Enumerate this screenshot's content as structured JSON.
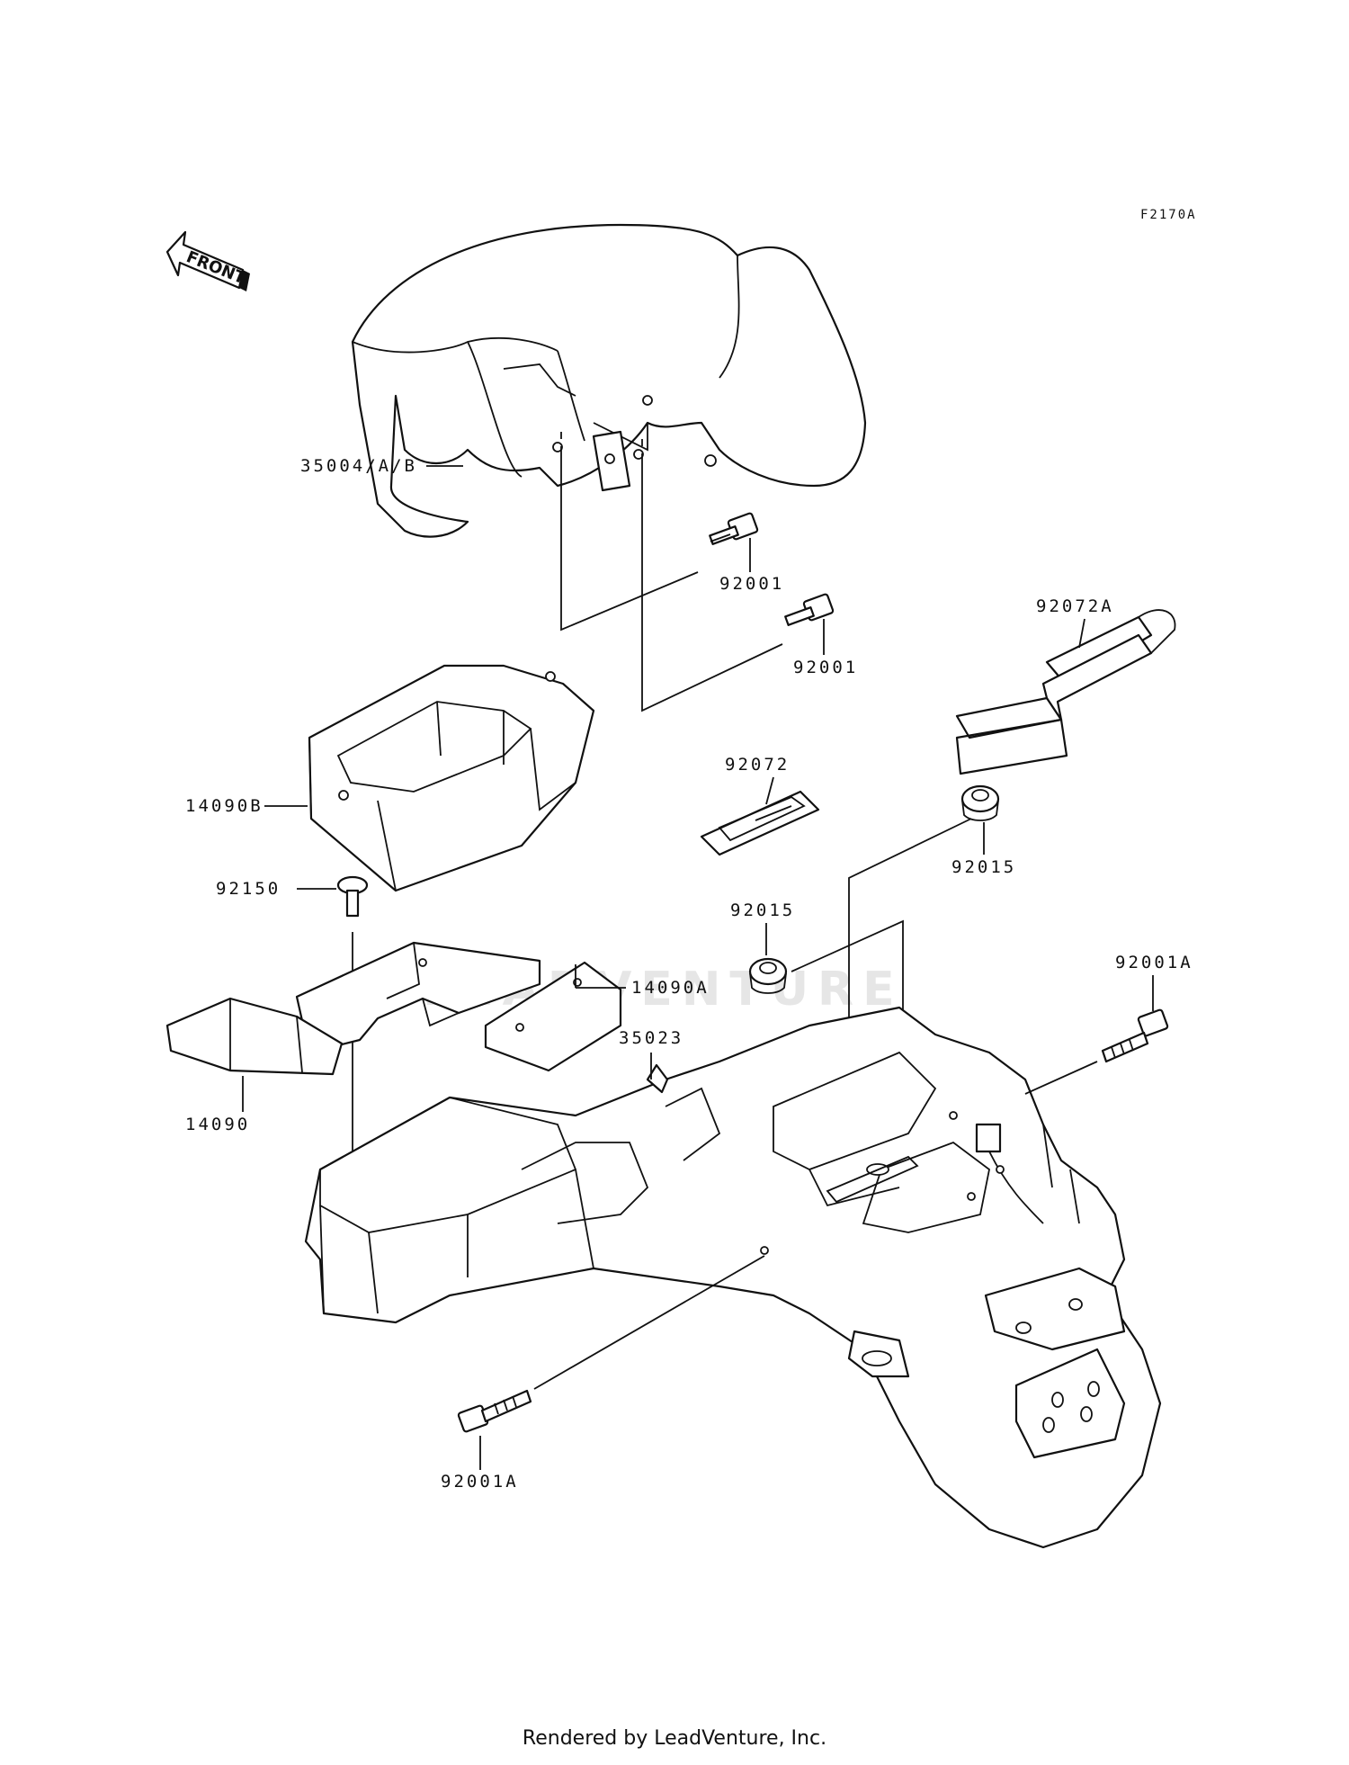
{
  "figure_code": "F2170A",
  "front_arrow_label": "FRONT",
  "watermark": "LEADVENTURE",
  "footer": "Rendered by LeadVenture, Inc.",
  "labels": {
    "front_fender": "35004/A/B",
    "bolt_upper_1": "92001",
    "bolt_upper_2": "92001",
    "strap_long": "92072A",
    "strap_short": "92072",
    "battery_case_upper": "14090B",
    "nut_right": "92015",
    "nut_center": "92015",
    "screw": "92150",
    "bolt_right": "92001A",
    "cover_small": "14090A",
    "rear_fender": "35023",
    "cover_front": "14090",
    "bolt_lower": "92001A"
  }
}
